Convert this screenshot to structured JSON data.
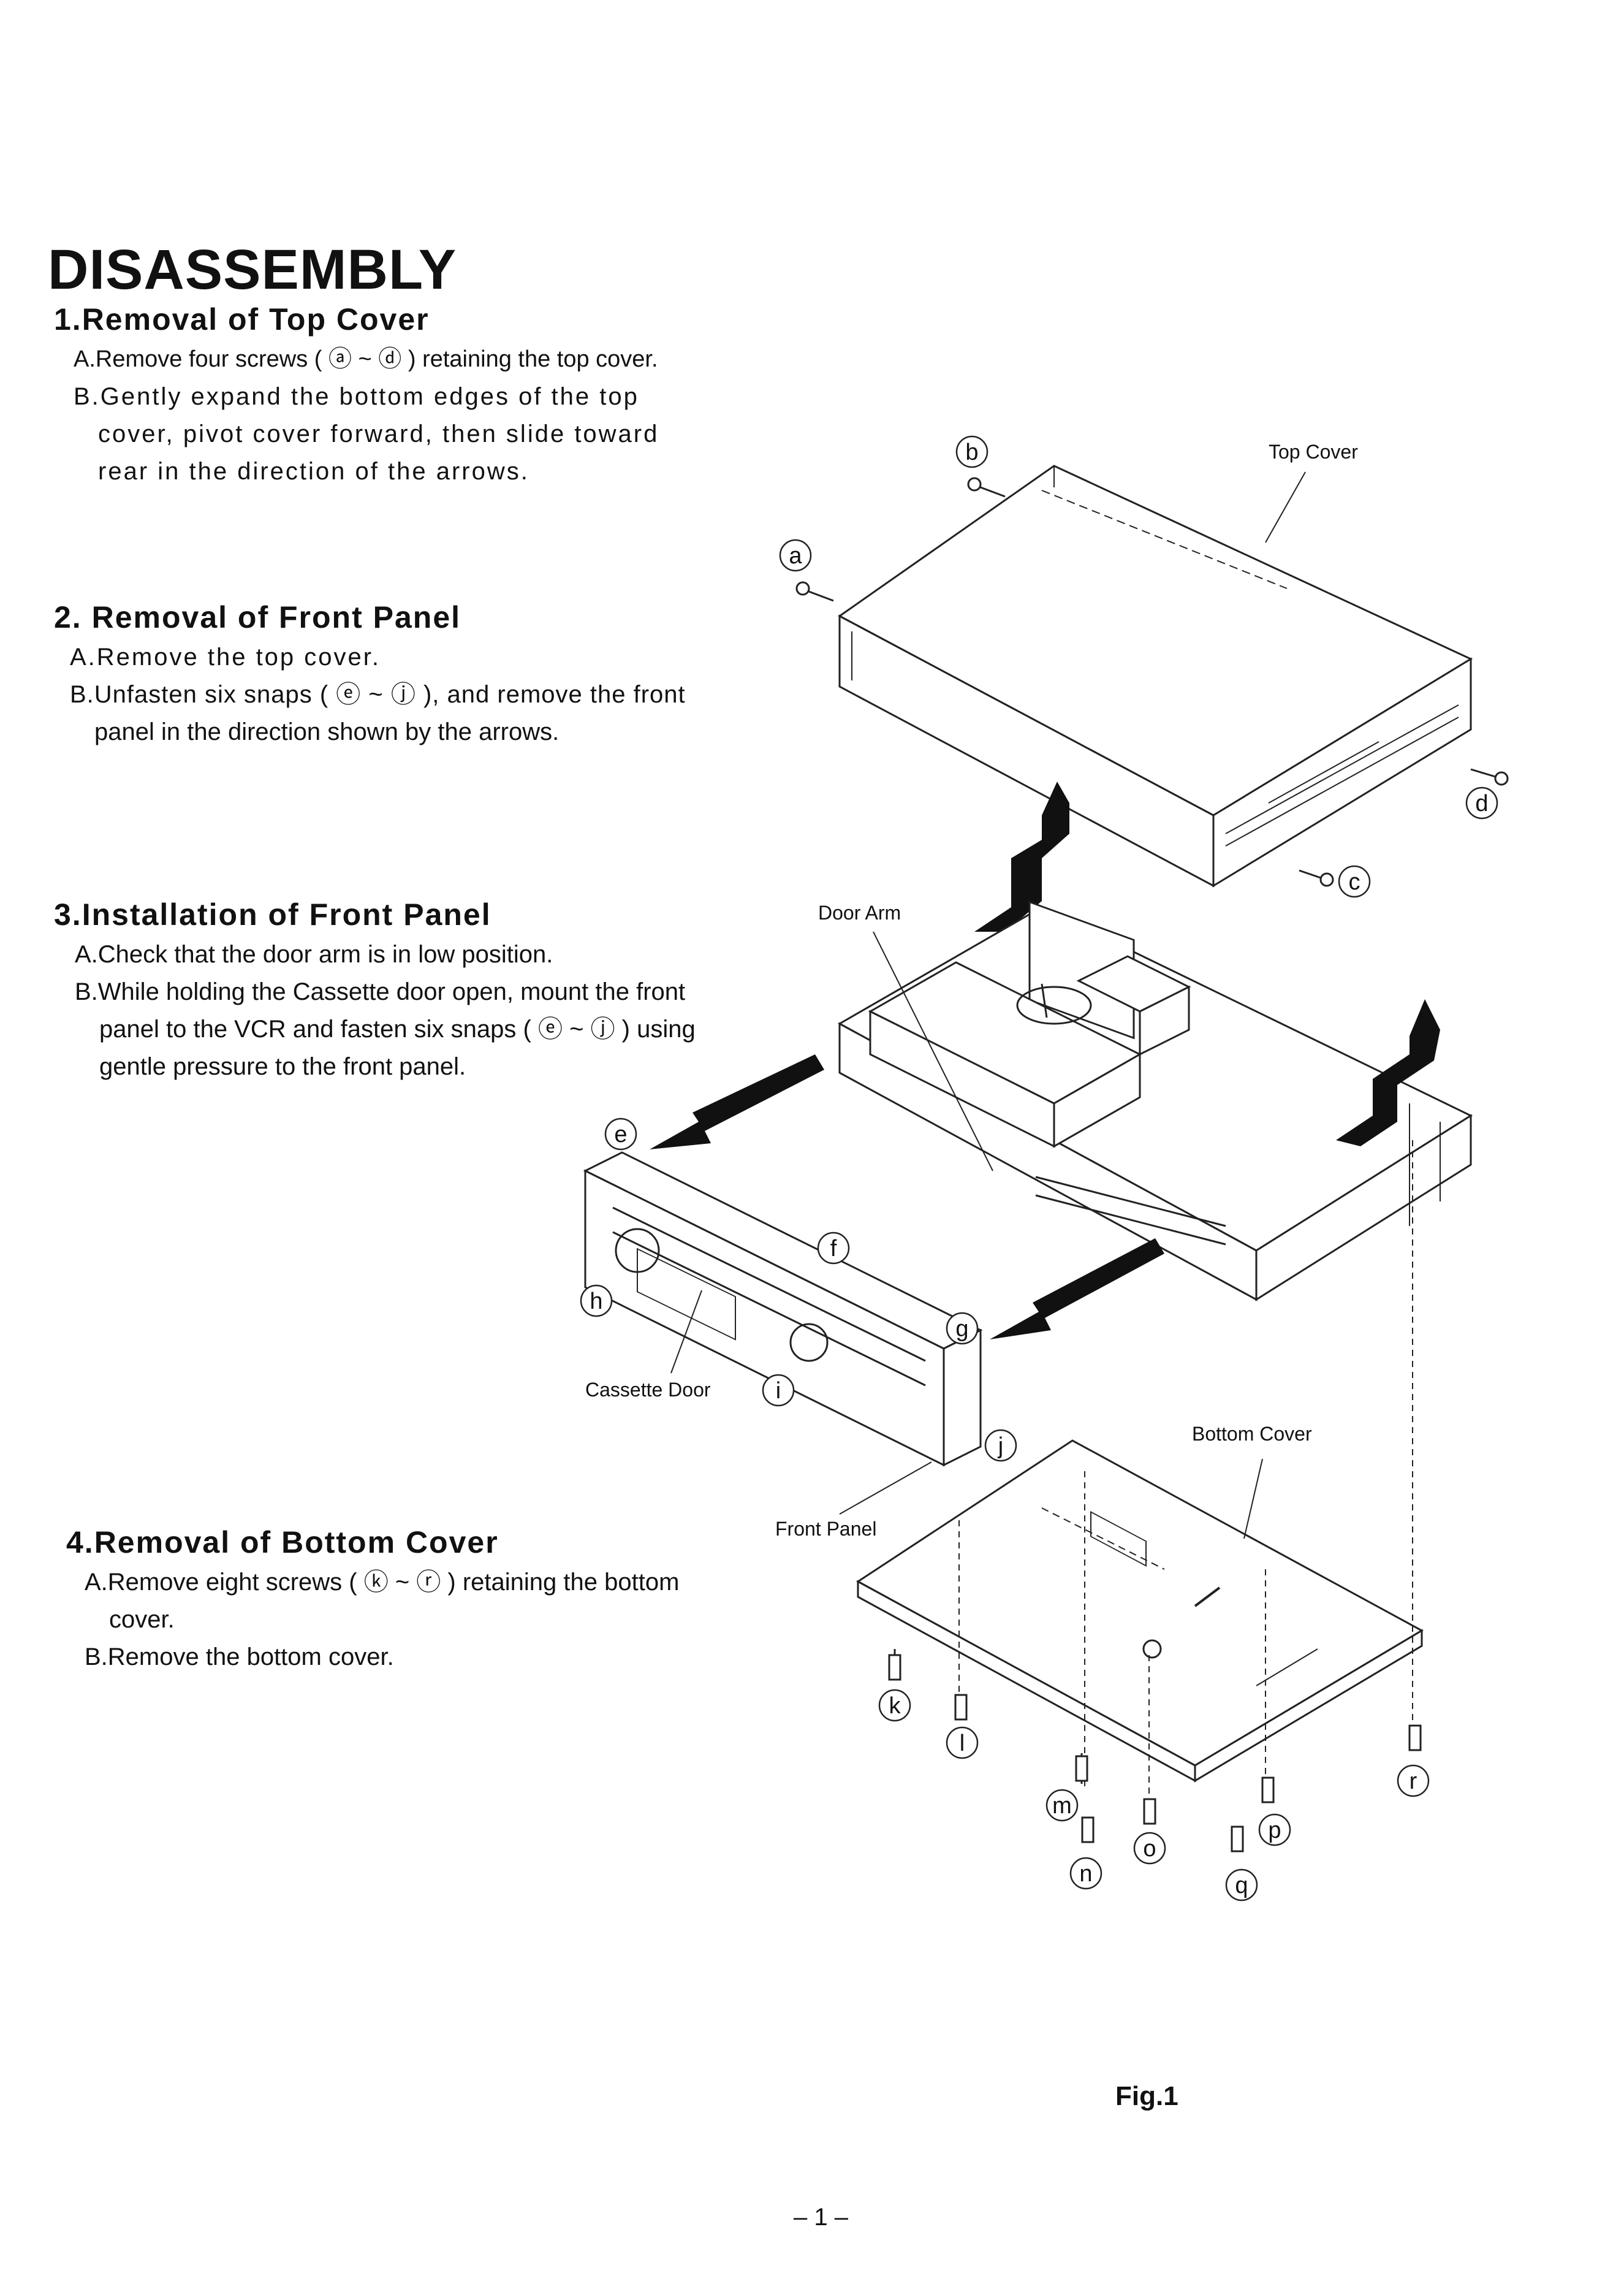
{
  "title": "DISASSEMBLY",
  "sections": [
    {
      "heading": "1.Removal of Top Cover",
      "lines": [
        "A.Remove four screws ( ⓐ ~ ⓓ ) retaining the top cover.",
        "B.Gently expand the bottom edges of the top",
        "cover, pivot cover forward, then slide toward",
        "rear in the direction of the arrows."
      ]
    },
    {
      "heading": "2. Removal of Front Panel",
      "lines": [
        "A.Remove the top cover.",
        "B.Unfasten six snaps ( ⓔ ~ ⓙ ), and remove the front",
        "panel in the direction shown by the arrows."
      ]
    },
    {
      "heading": "3.Installation of Front Panel",
      "lines": [
        "A.Check that the door arm is in low position.",
        "B.While holding the Cassette door open, mount the front",
        "panel to the VCR and fasten six snaps ( ⓔ ~ ⓙ ) using",
        "gentle pressure to the front panel."
      ]
    },
    {
      "heading": "4.Removal of Bottom Cover",
      "lines": [
        "A.Remove eight screws ( ⓚ ~ ⓡ ) retaining the bottom",
        "cover.",
        "B.Remove the bottom cover."
      ]
    }
  ],
  "figure": {
    "labels": {
      "top_cover": "Top Cover",
      "door_arm": "Door Arm",
      "cassette_door": "Cassette Door",
      "front_panel": "Front Panel",
      "bottom_cover": "Bottom Cover"
    },
    "callouts": {
      "a": "a",
      "b": "b",
      "c": "c",
      "d": "d",
      "e": "e",
      "f": "f",
      "g": "g",
      "h": "h",
      "i": "i",
      "j": "j",
      "k": "k",
      "l": "l",
      "m": "m",
      "n": "n",
      "o": "o",
      "p": "p",
      "q": "q",
      "r": "r"
    },
    "caption": "Fig.1"
  },
  "page_number": "– 1 –"
}
